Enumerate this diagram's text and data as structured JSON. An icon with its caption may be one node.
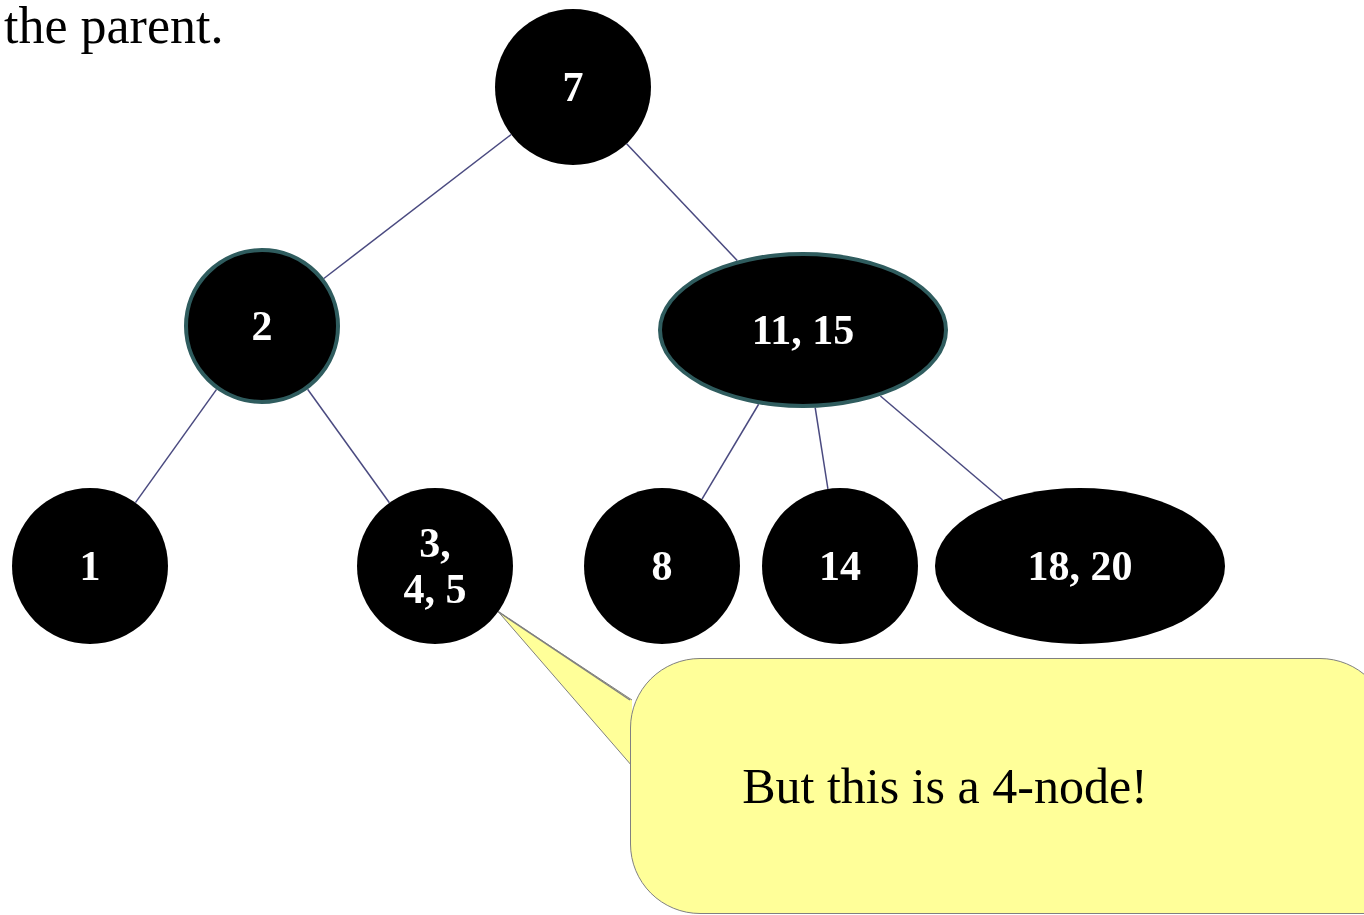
{
  "diagram": {
    "nodes": [
      {
        "text": [
          "7"
        ]
      },
      {
        "text": [
          "2"
        ]
      },
      {
        "text": [
          "11, 15"
        ]
      },
      {
        "text": [
          "1"
        ]
      },
      {
        "text": [
          "3, 4, 5"
        ]
      },
      {
        "text": [
          "8"
        ]
      },
      {
        "text": [
          "14"
        ]
      },
      {
        "text": [
          "18, 20"
        ]
      },
      {
        "text": [
          "But this is a 4-node!"
        ]
      }
    ],
    "edges": [
      {
        "from": 0,
        "to": 1,
        "arrow": "none"
      },
      {
        "from": 0,
        "to": 2,
        "arrow": "none"
      },
      {
        "from": 1,
        "to": 3,
        "arrow": "none"
      },
      {
        "from": 1,
        "to": 4,
        "arrow": "none"
      },
      {
        "from": 2,
        "to": 5,
        "arrow": "none"
      },
      {
        "from": 2,
        "to": 6,
        "arrow": "none"
      },
      {
        "from": 2,
        "to": 7,
        "arrow": "none"
      },
      {
        "from": 8,
        "to": 4,
        "arrow": "none",
        "color": "#808080"
      }
    ],
    "labels": [
      "the parent."
    ]
  }
}
